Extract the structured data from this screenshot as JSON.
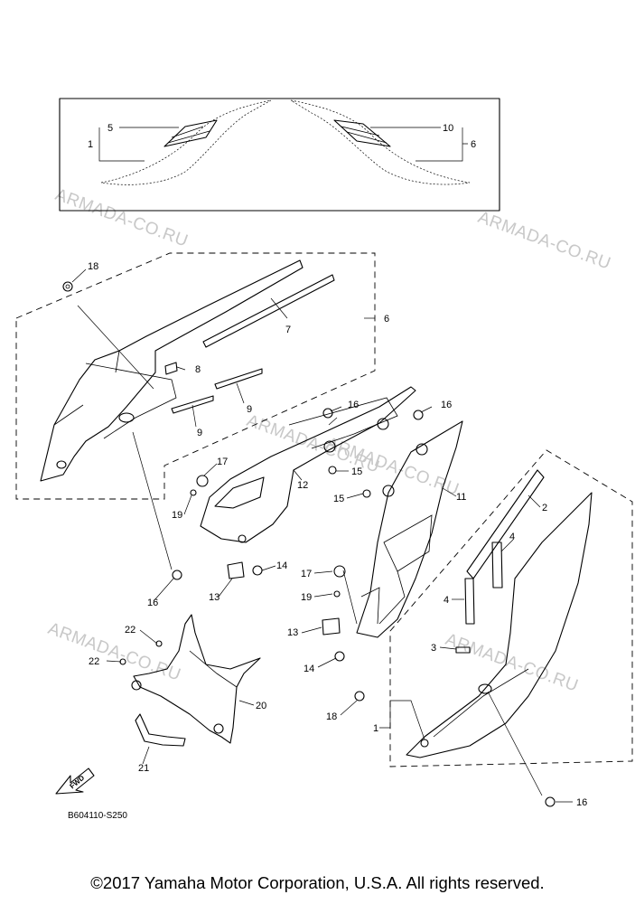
{
  "watermarks": [
    "ARMADA-CO.RU",
    "ARMADA-CO.RU",
    "ARMADA-CO.RU",
    "ARMADA-CO.RU",
    "ARMADA-CO.RU",
    "ARMADA-CO.RU"
  ],
  "callouts": [
    "5",
    "1",
    "10",
    "6",
    "18",
    "7",
    "6",
    "8",
    "9",
    "9",
    "16",
    "16",
    "17",
    "12",
    "15",
    "15",
    "11",
    "2",
    "19",
    "4",
    "14",
    "4",
    "16",
    "17",
    "19",
    "13",
    "13",
    "22",
    "3",
    "22",
    "14",
    "20",
    "18",
    "1",
    "21",
    "16"
  ],
  "fwd_label": "FWD",
  "diagram_code": "B604110-S250",
  "copyright": "©2017 Yamaha Motor Corporation, U.S.A. All rights reserved."
}
